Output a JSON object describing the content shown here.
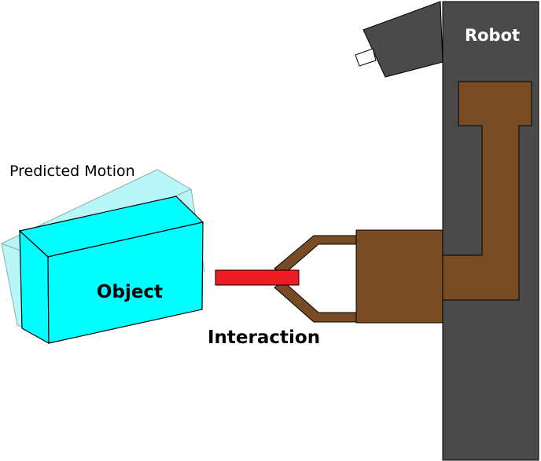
{
  "labels": {
    "robot": "Robot",
    "predicted_motion": "Predicted Motion",
    "object": "Object",
    "interaction": "Interaction"
  },
  "colors": {
    "robot_body": "#4a4a4a",
    "robot_arm": "#774b23",
    "object_face": "#00ffff",
    "predicted_ghost": "#7ff2f2",
    "interaction_bar": "#ed1c24",
    "robot_label_text": "#ffffff",
    "outline": "#000000"
  }
}
